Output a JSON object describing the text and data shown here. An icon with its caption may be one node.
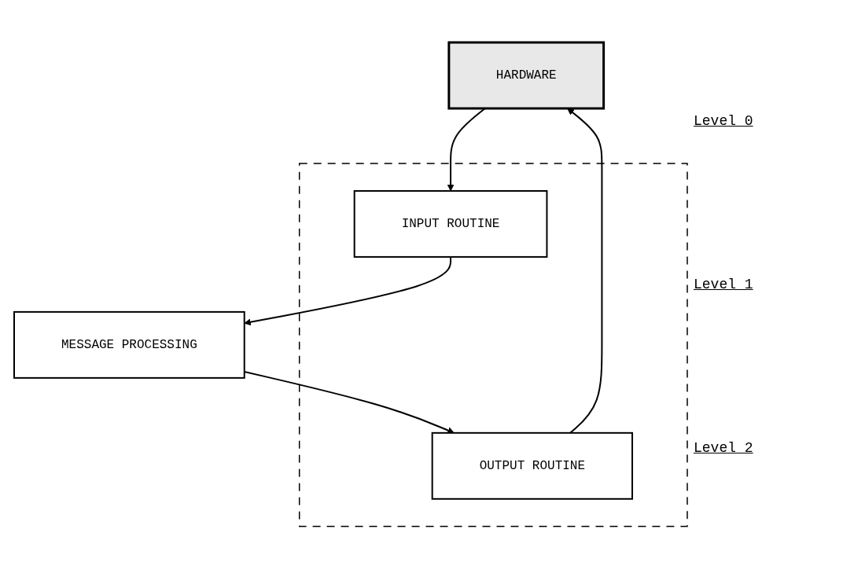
{
  "diagram": {
    "nodes": [
      {
        "text": [
          "HARDWARE"
        ]
      },
      {
        "text": [],
        "shape": "box"
      },
      {
        "text": [
          "INPUT ROUTINE"
        ],
        "in": 1
      },
      {
        "text": [
          "OUTPUT ROUTINE"
        ],
        "in": 1
      },
      {
        "text": [
          "MESSAGE PROCESSING"
        ]
      }
    ],
    "edges": [
      {
        "from": 0,
        "to": 2,
        "arrow": "to"
      },
      {
        "from": 3,
        "to": 0,
        "arrow": "to"
      },
      {
        "from": 2,
        "to": 4,
        "arrow": "to"
      },
      {
        "from": 4,
        "to": 3,
        "arrow": "to"
      }
    ],
    "labels": [
      "Level 0",
      "Level 1",
      "Level 2"
    ]
  }
}
